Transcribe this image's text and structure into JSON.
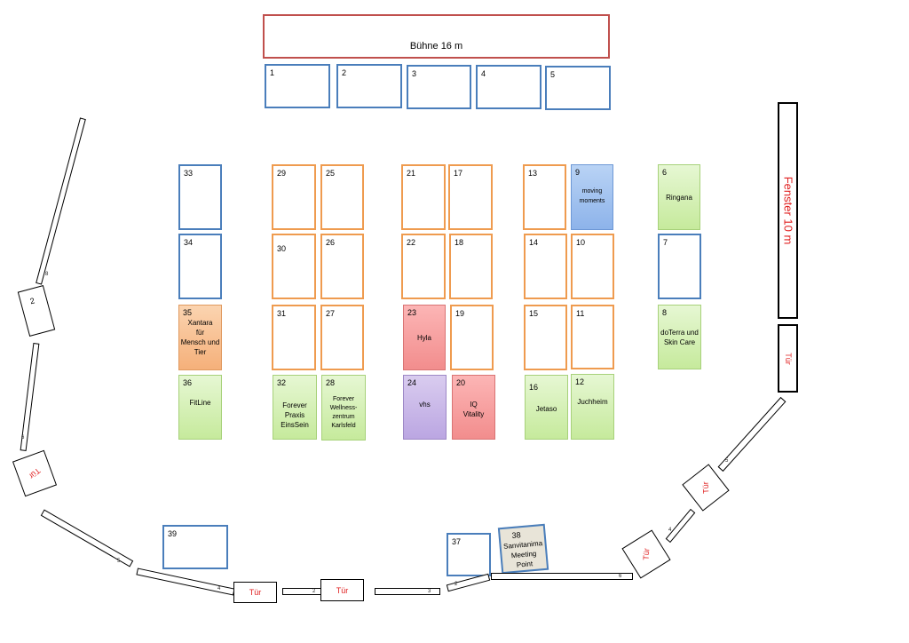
{
  "stage": {
    "label": "Bühne 16 m"
  },
  "window": {
    "label": "Fenster 10 m"
  },
  "door_label": "Tür",
  "stands": {
    "s1": {
      "num": "1",
      "label": ""
    },
    "s2": {
      "num": "2",
      "label": ""
    },
    "s3": {
      "num": "3",
      "label": ""
    },
    "s4": {
      "num": "4",
      "label": ""
    },
    "s5": {
      "num": "5",
      "label": ""
    },
    "s6": {
      "num": "6",
      "label": "Ringana"
    },
    "s7": {
      "num": "7",
      "label": ""
    },
    "s8": {
      "num": "8",
      "label": "doTerra und Skin Care"
    },
    "s9": {
      "num": "9",
      "label": "moving moments"
    },
    "s10": {
      "num": "10",
      "label": ""
    },
    "s11": {
      "num": "11",
      "label": ""
    },
    "s12": {
      "num": "12",
      "label": "Juchheim"
    },
    "s13": {
      "num": "13",
      "label": ""
    },
    "s14": {
      "num": "14",
      "label": ""
    },
    "s15": {
      "num": "15",
      "label": ""
    },
    "s16": {
      "num": "16",
      "label": "Jetaso"
    },
    "s17": {
      "num": "17",
      "label": ""
    },
    "s18": {
      "num": "18",
      "label": ""
    },
    "s19": {
      "num": "19",
      "label": ""
    },
    "s20": {
      "num": "20",
      "label": "IQ\nVitality"
    },
    "s21": {
      "num": "21",
      "label": ""
    },
    "s22": {
      "num": "22",
      "label": ""
    },
    "s23": {
      "num": "23",
      "label": "Hyla"
    },
    "s24": {
      "num": "24",
      "label": "vhs"
    },
    "s25": {
      "num": "25",
      "label": ""
    },
    "s26": {
      "num": "26",
      "label": ""
    },
    "s27": {
      "num": "27",
      "label": ""
    },
    "s28": {
      "num": "28",
      "label": "Forever\nWellness-\nzentrum\nKarlsfeld"
    },
    "s29": {
      "num": "29",
      "label": ""
    },
    "s30": {
      "num": "30",
      "label": ""
    },
    "s31": {
      "num": "31",
      "label": ""
    },
    "s32": {
      "num": "32",
      "label": "Forever\nPraxis\nEinsSein"
    },
    "s33": {
      "num": "33",
      "label": ""
    },
    "s34": {
      "num": "34",
      "label": ""
    },
    "s35": {
      "num": "35",
      "label": "Xantara\nfür\nMensch und\nTier"
    },
    "s36": {
      "num": "36",
      "label": "FitLine"
    },
    "s37": {
      "num": "37",
      "label": ""
    },
    "s38": {
      "num": "38",
      "label": "Sanvitanima\nMeeting\nPoint"
    },
    "s39": {
      "num": "39",
      "label": ""
    }
  },
  "bars": {
    "left_top_num": "8",
    "left_box_num": "2",
    "left_mid_num": "6",
    "left_low_num": "5",
    "bottom_a_num": "4",
    "bottom_b_num": "2",
    "bottom_c_num": "3",
    "bottom_d_num": "2",
    "bottom_e_num": "6",
    "right_a_num": "5",
    "right_b_num": "4"
  }
}
